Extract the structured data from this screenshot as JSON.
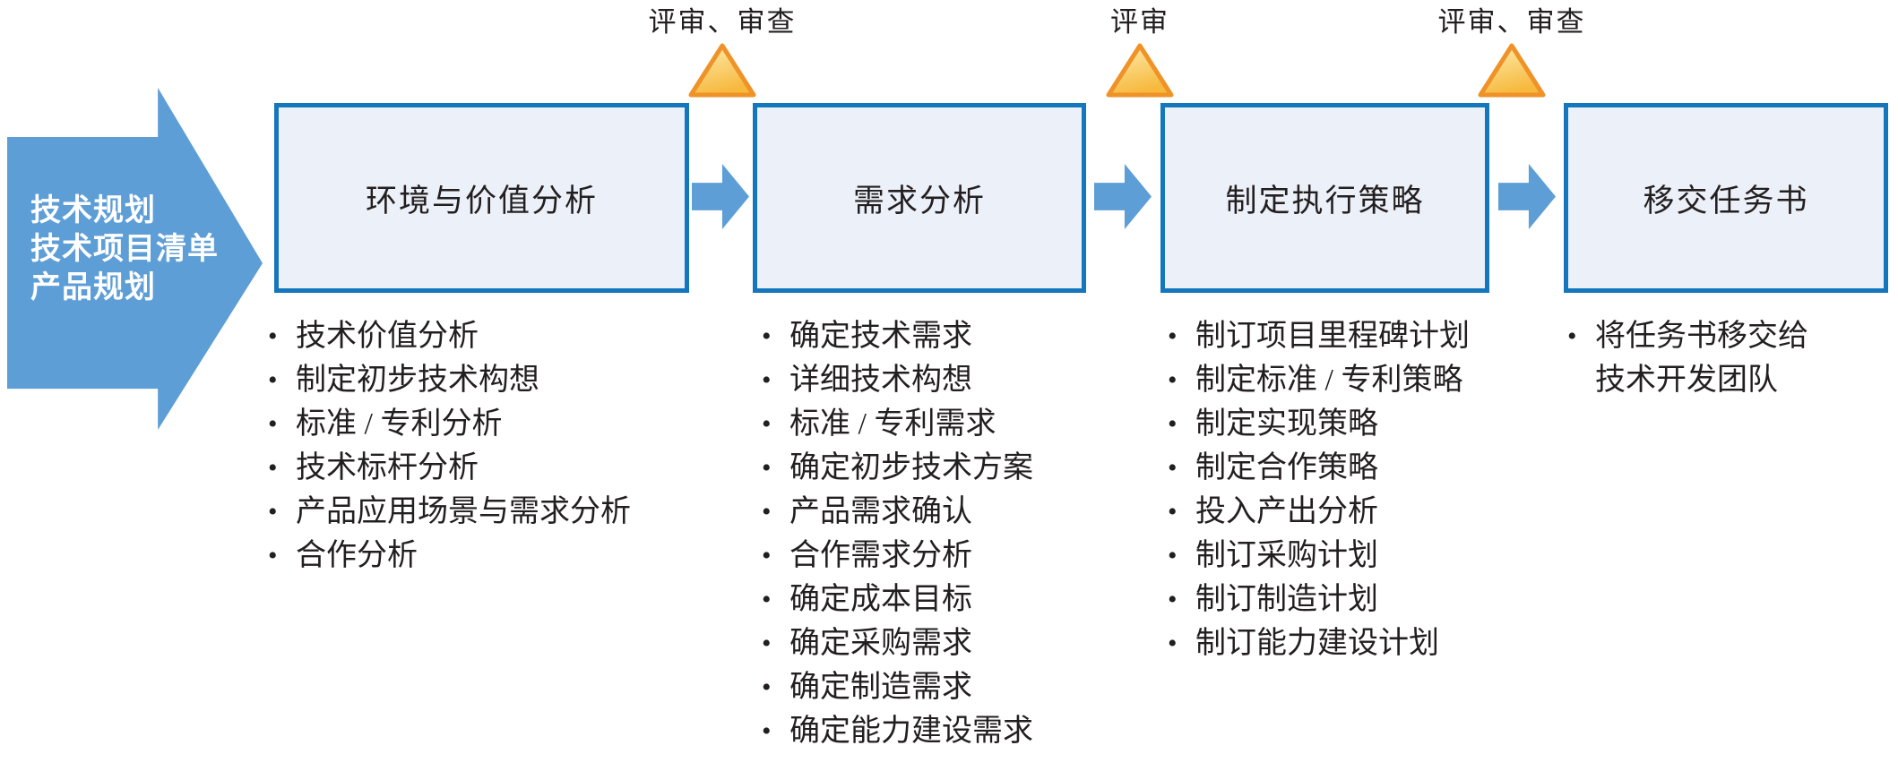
{
  "source_arrow": {
    "lines": [
      "技术规划",
      "技术项目清单",
      "产品规划"
    ]
  },
  "stages": [
    {
      "title": "环境与价值分析",
      "items": [
        "技术价值分析",
        "制定初步技术构想",
        "标准 / 专利分析",
        "技术标杆分析",
        "产品应用场景与需求分析",
        "合作分析"
      ]
    },
    {
      "title": "需求分析",
      "items": [
        "确定技术需求",
        "详细技术构想",
        "标准 / 专利需求",
        "确定初步技术方案",
        "产品需求确认",
        "合作需求分析",
        "确定成本目标",
        "确定采购需求",
        "确定制造需求",
        "确定能力建设需求"
      ]
    },
    {
      "title": "制定执行策略",
      "items": [
        "制订项目里程碑计划",
        "制定标准 / 专利策略",
        "制定实现策略",
        "制定合作策略",
        "投入产出分析",
        "制订采购计划",
        "制订制造计划",
        "制订能力建设计划"
      ]
    },
    {
      "title": "移交任务书",
      "items": [
        [
          "将任务书移交给",
          "技术开发团队"
        ]
      ]
    }
  ],
  "milestones": [
    {
      "label": "评审、审查"
    },
    {
      "label": "评审"
    },
    {
      "label": "评审、审查"
    }
  ],
  "bullet_char": "•",
  "colors": {
    "arrow_blue": "#5e9ed6",
    "box_border": "#1477bd",
    "box_fill": "#ecf0f8",
    "triangle_border": "#ef9227",
    "triangle_fill_light": "#fdedb0",
    "triangle_fill_dark": "#f7b93e",
    "text": "#231f20"
  }
}
